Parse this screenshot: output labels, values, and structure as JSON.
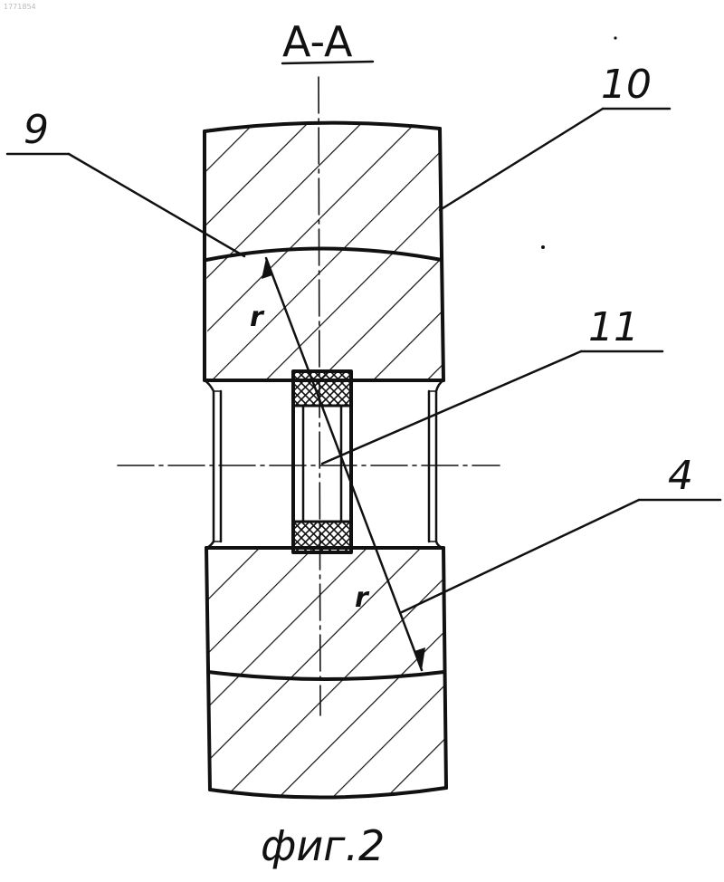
{
  "sheet_mark": "1771854",
  "section_title": "A-A",
  "callouts": {
    "c9": "9",
    "c10": "10",
    "c11": "11",
    "c4": "4"
  },
  "radius_label_upper": "r",
  "radius_label_lower": "r",
  "caption": "фиг.2"
}
